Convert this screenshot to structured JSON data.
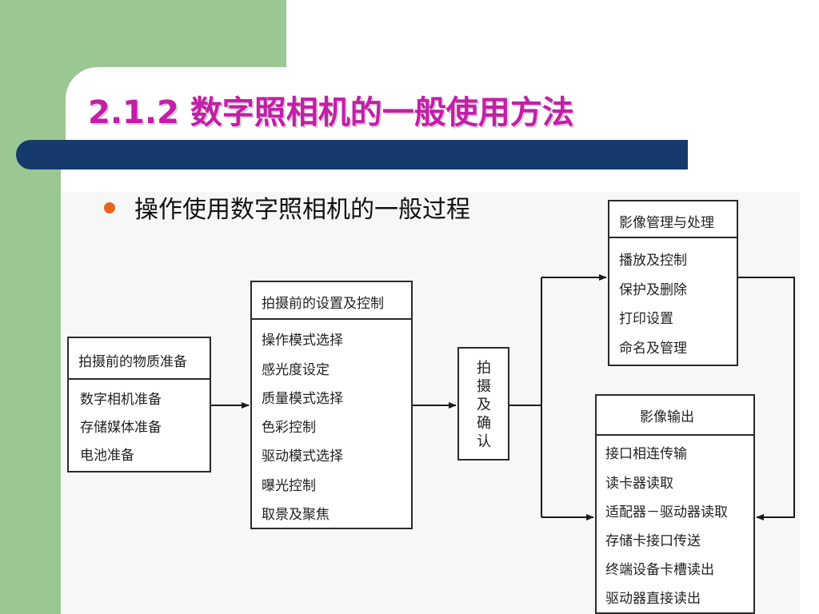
{
  "title": "2.1.2  数字照相机的一般使用方法",
  "bullet": "操作使用数字照相机的一般过程",
  "diagram": {
    "prep": {
      "header": "拍摄前的物质准备",
      "items": [
        "数字相机准备",
        "存储媒体准备",
        "电池准备"
      ]
    },
    "settings": {
      "header": "拍摄前的设置及控制",
      "items": [
        "操作模式选择",
        "感光度设定",
        "质量模式选择",
        "色彩控制",
        "驱动模式选择",
        "曝光控制",
        "取景及聚焦"
      ]
    },
    "shoot": {
      "chars": [
        "拍",
        "摄",
        "及",
        "确",
        "认"
      ]
    },
    "manage": {
      "header": "影像管理与处理",
      "items": [
        "播放及控制",
        "保护及删除",
        "打印设置",
        "命名及管理"
      ]
    },
    "output": {
      "header": "影像输出",
      "items": [
        "接口相连传输",
        "读卡器读取",
        "适配器－驱动器读取",
        "存储卡接口传送",
        "终端设备卡槽读出",
        "驱动器直接读出"
      ]
    }
  }
}
